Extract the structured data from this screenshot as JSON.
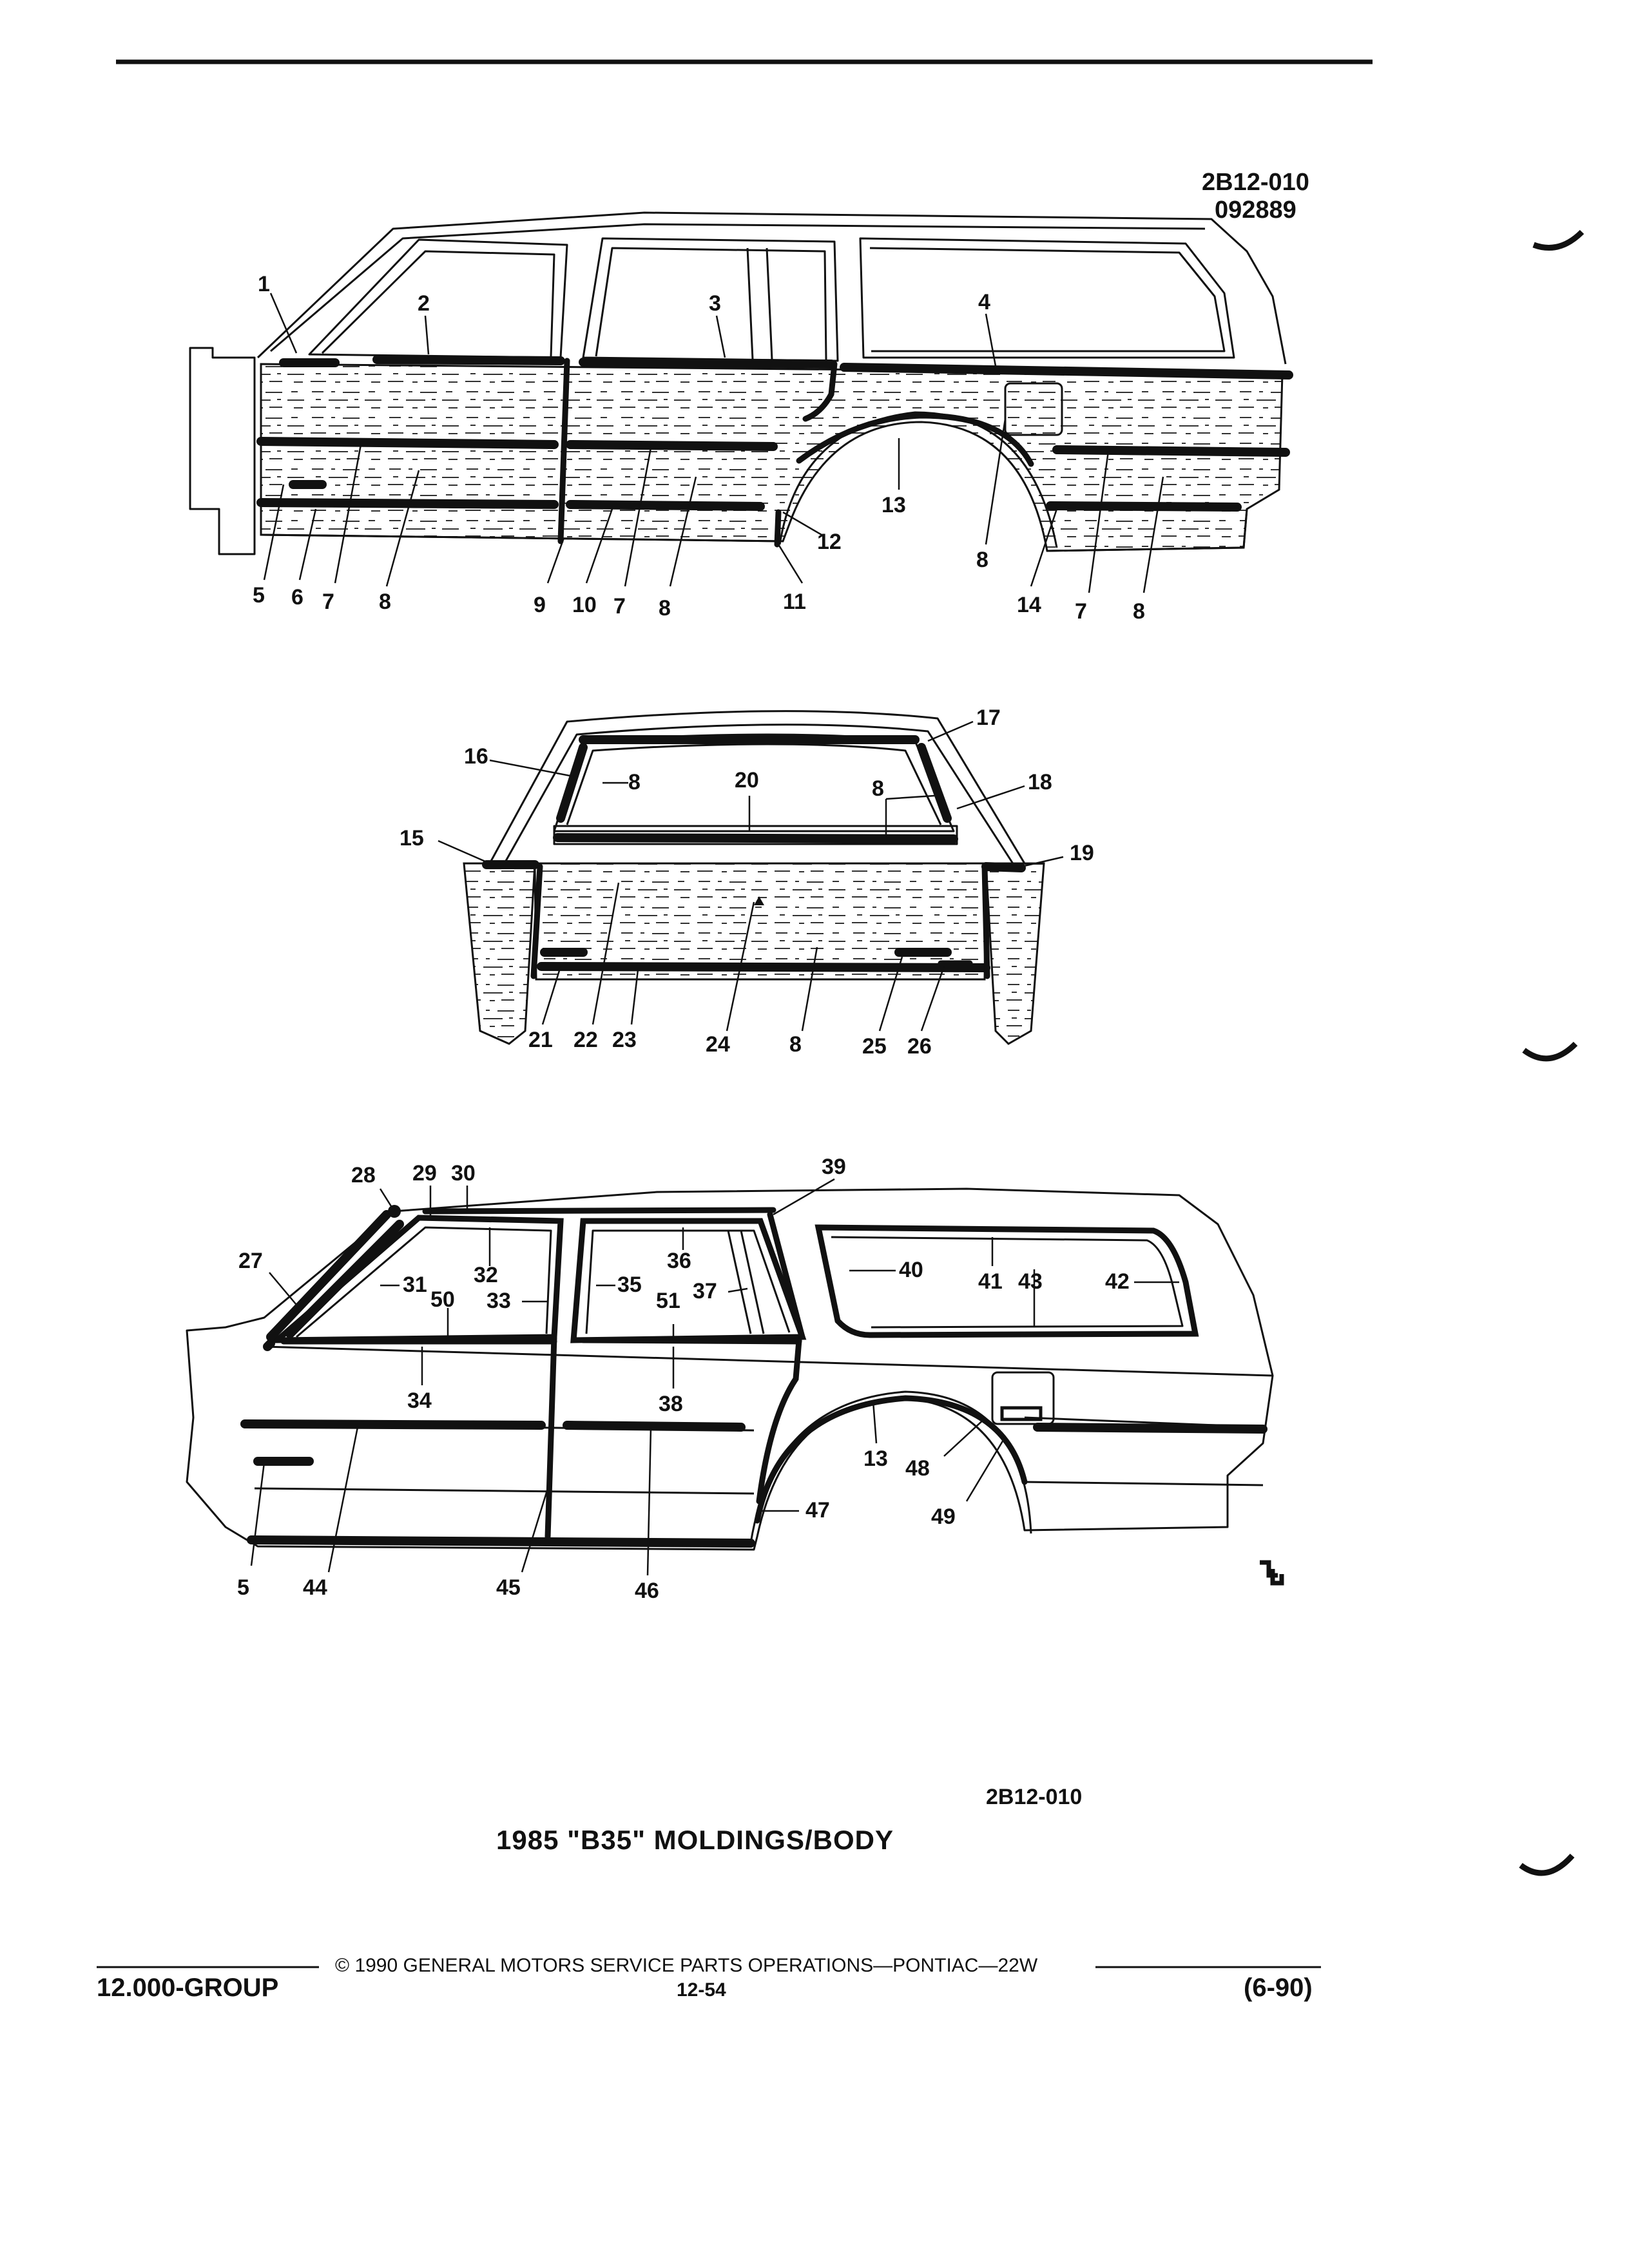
{
  "figure_code_top": "2B12-010",
  "figure_date_top": "092889",
  "figure_code_bottom": "2B12-010",
  "title": "1985 \"B35\" MOLDINGS/BODY",
  "footer": {
    "group": "12.000-GROUP",
    "copyright": "© 1990 GENERAL MOTORS SERVICE PARTS OPERATIONS—PONTIAC—22W",
    "page": "12-54",
    "date": "(6-90)"
  },
  "callouts": {
    "side_view_woodgrain": [
      "1",
      "2",
      "3",
      "4",
      "5",
      "6",
      "7",
      "8",
      "9",
      "10",
      "7",
      "8",
      "11",
      "12",
      "13",
      "8",
      "14",
      "7",
      "8"
    ],
    "rear_view": [
      "15",
      "16",
      "8",
      "20",
      "8",
      "17",
      "18",
      "19",
      "21",
      "22",
      "23",
      "24",
      "8",
      "25",
      "26"
    ],
    "side_view_plain": [
      "28",
      "29",
      "30",
      "39",
      "27",
      "31",
      "32",
      "33",
      "35",
      "36",
      "37",
      "40",
      "41",
      "43",
      "42",
      "50",
      "51",
      "34",
      "38",
      "13",
      "48",
      "49",
      "47",
      "5",
      "44",
      "45",
      "46"
    ]
  }
}
